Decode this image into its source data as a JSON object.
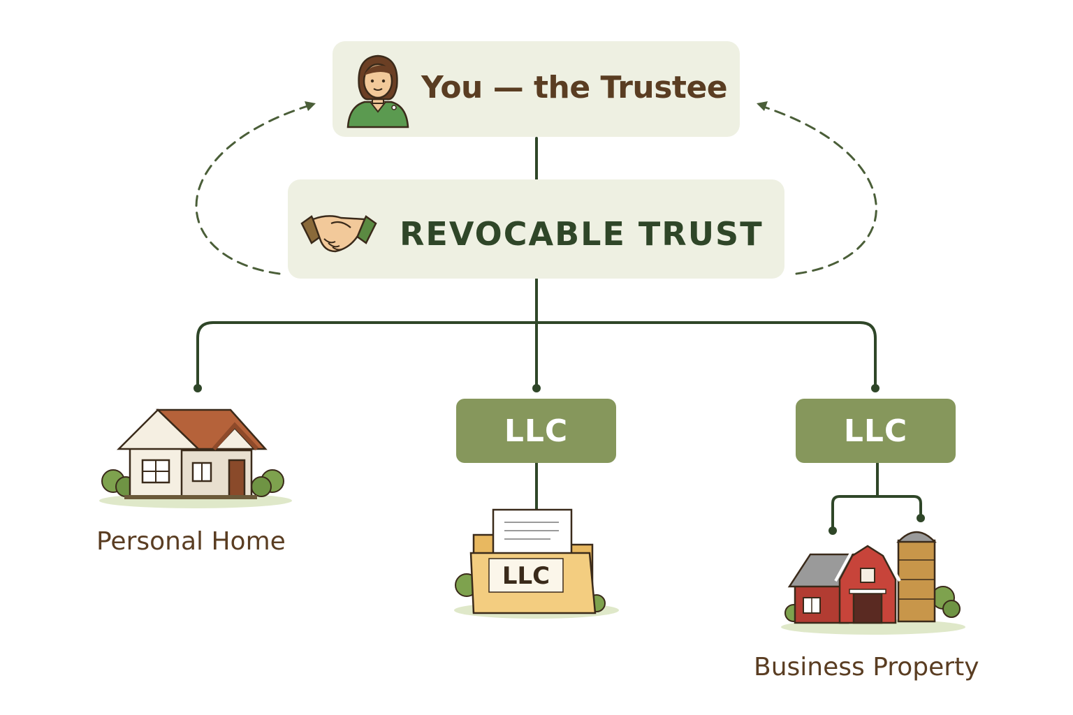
{
  "nodes": {
    "trustee": {
      "label": "You — the Trustee",
      "icon": "person-icon"
    },
    "trust": {
      "label": "REVOCABLE TRUST",
      "icon": "handshake-icon"
    },
    "llc_folder": {
      "label": "LLC"
    },
    "llc_business": {
      "label": "LLC"
    }
  },
  "assets": {
    "home": {
      "label": "Personal Home",
      "icon": "house-icon"
    },
    "folder": {
      "label": "LLC",
      "icon": "folder-icon"
    },
    "business": {
      "label": "Business Property",
      "icon": "barn-icon"
    }
  },
  "colors": {
    "box_bg": "#eef0e2",
    "llc_bg": "#86975c",
    "line": "#2f4628",
    "brown_text": "#5a3d22",
    "green_text": "#2f4628"
  }
}
